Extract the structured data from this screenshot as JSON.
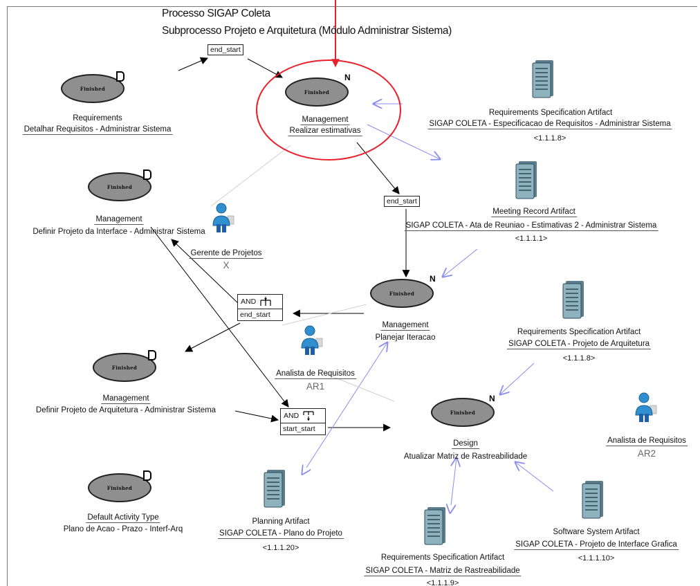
{
  "header": {
    "process_title": "Processo SIGAP Coleta",
    "subprocess_title": "Subprocesso Projeto e Arquitetura (Módulo Administrar Sistema)"
  },
  "status_label": "Finished",
  "colors": {
    "highlight": "#e8212b",
    "control_flow": "#000000",
    "artifact_flow": "#8a8cf0",
    "activity_fill": "#8f8f8f"
  },
  "activities": [
    {
      "id": "req",
      "marker": "D",
      "type": "Requirements",
      "name": "Detalhar Requisitos - Administrar Sistema"
    },
    {
      "id": "est",
      "marker": "N",
      "type": "Management",
      "name": "Realizar estimativas",
      "highlighted": true
    },
    {
      "id": "interface",
      "marker": "D",
      "type": "Management",
      "name": "Definir Projeto da Interface - Administrar Sistema"
    },
    {
      "id": "plan",
      "marker": "N",
      "type": "Management",
      "name": "Planejar Iteracao"
    },
    {
      "id": "arq",
      "marker": "D",
      "type": "Management",
      "name": "Definir Projeto de Arquitetura - Administrar Sistema"
    },
    {
      "id": "design",
      "marker": "N",
      "type": "Design",
      "name": "Atualizar Matriz de Rastreabilidade"
    },
    {
      "id": "default",
      "marker": "D",
      "type": "Default Activity Type",
      "name": "Plano de Acao - Prazo - Interf-Arq"
    }
  ],
  "connectors": [
    {
      "id": "c1",
      "label": "end_start"
    },
    {
      "id": "c2",
      "label": "end_start"
    },
    {
      "id": "g1",
      "gate": "AND",
      "label": "end_start"
    },
    {
      "id": "g2",
      "gate": "AND",
      "label": "start_start"
    }
  ],
  "artifacts": [
    {
      "id": "a1",
      "type": "Requirements Specification Artifact",
      "name": "SIGAP COLETA - Especificacao de Requisitos - Administrar Sistema",
      "version": "<1.1.1.8>"
    },
    {
      "id": "a2",
      "type": "Meeting Record Artifact",
      "name": "SIGAP COLETA - Ata de Reuniao - Estimativas 2 - Administrar Sistema",
      "version": "<1.1.1.1>"
    },
    {
      "id": "a3",
      "type": "Requirements Specification Artifact",
      "name": "SIGAP COLETA - Projeto de Arquitetura",
      "version": "<1.1.1.8>"
    },
    {
      "id": "a4",
      "type": "Planning Artifact",
      "name": "SIGAP COLETA - Plano do Projeto",
      "version": "<1.1.1.20>"
    },
    {
      "id": "a5",
      "type": "Requirements Specification Artifact",
      "name": "SIGAP COLETA - Matriz de Rastreabilidade",
      "version": "<1.1.1.9>"
    },
    {
      "id": "a6",
      "type": "Software System Artifact",
      "name": "SIGAP COLETA - Projeto de Interface Grafica",
      "version": "<1.1.1.10>"
    }
  ],
  "roles": [
    {
      "id": "r1",
      "name": "Gerente de Projetos",
      "code": "X"
    },
    {
      "id": "r2",
      "name": "Analista de Requisitos",
      "code": "AR1"
    },
    {
      "id": "r3",
      "name": "Analista de Requisitos",
      "code": "AR2"
    }
  ]
}
